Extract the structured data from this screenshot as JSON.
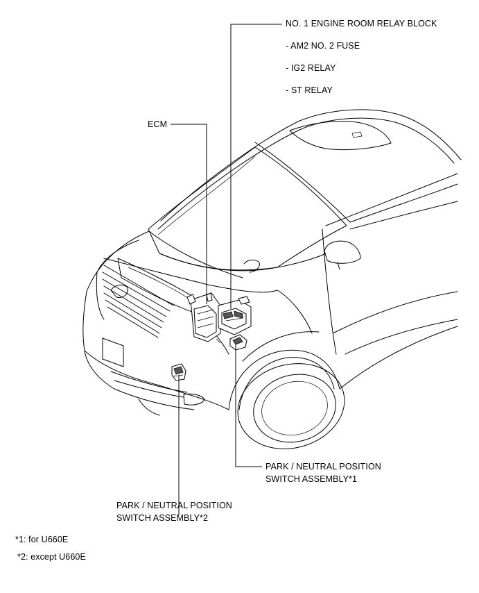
{
  "labels": {
    "relay_block": "NO. 1 ENGINE ROOM RELAY BLOCK",
    "relay_items": [
      "- AM2 NO. 2 FUSE",
      "- IG2 RELAY",
      "- ST RELAY"
    ],
    "ecm": "ECM",
    "pnp_switch_1_line1": "PARK / NEUTRAL POSITION",
    "pnp_switch_1_line2": "SWITCH ASSEMBLY*1",
    "pnp_switch_2_line1": "PARK / NEUTRAL POSITION",
    "pnp_switch_2_line2": "SWITCH ASSEMBLY*2"
  },
  "footnotes": [
    "*1: for U660E",
    "*2: except U660E"
  ]
}
